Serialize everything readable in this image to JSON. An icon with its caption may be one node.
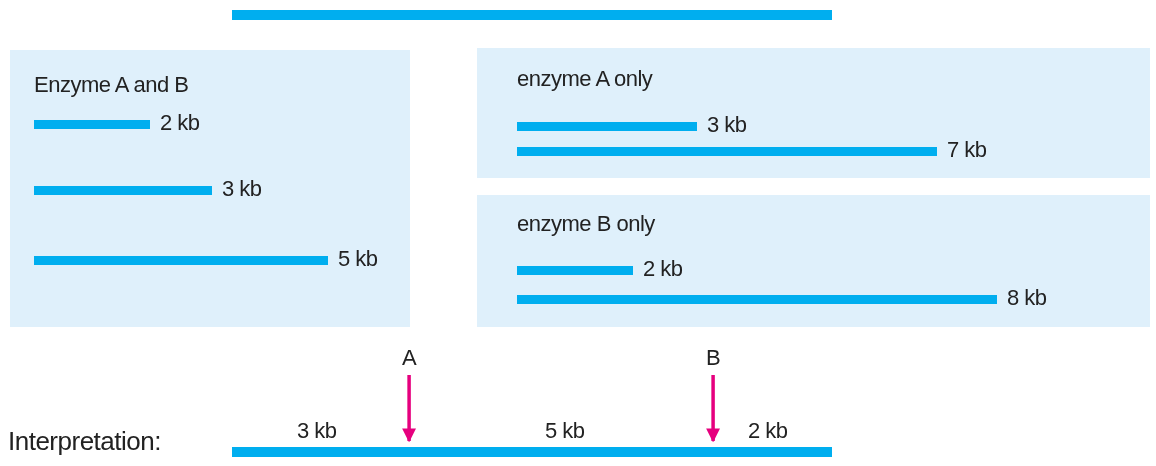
{
  "diagram": {
    "nodes": [
      {
        "text": [],
        "shape": "bar"
      },
      {
        "text": [
          "Enzyme A and B"
        ]
      },
      {
        "text": [],
        "shape": "bar",
        "in": 1,
        "beside": [
          "2 kb"
        ]
      },
      {
        "text": [],
        "shape": "bar",
        "in": 1,
        "beside": [
          "3 kb"
        ]
      },
      {
        "text": [],
        "shape": "bar",
        "in": 1,
        "beside": [
          "5 kb"
        ]
      },
      {
        "text": [
          "enzyme A only"
        ]
      },
      {
        "text": [],
        "shape": "bar",
        "in": 5,
        "beside": [
          "3 kb"
        ]
      },
      {
        "text": [],
        "shape": "bar",
        "in": 5,
        "beside": [
          "7 kb"
        ]
      },
      {
        "text": [
          "enzyme B only"
        ]
      },
      {
        "text": [],
        "shape": "bar",
        "in": 8,
        "beside": [
          "2 kb"
        ]
      },
      {
        "text": [],
        "shape": "bar",
        "in": 8,
        "beside": [
          "8 kb"
        ]
      },
      {
        "text": [
          "A"
        ]
      },
      {
        "text": [
          "B"
        ]
      },
      {
        "text": [],
        "shape": "bar"
      }
    ],
    "edges": [
      {
        "from": 11,
        "to": 13,
        "arrow": "to",
        "color": "#e6007e"
      },
      {
        "from": 12,
        "to": 13,
        "arrow": "to",
        "color": "#e6007e"
      }
    ],
    "labels": [
      "Interpretation:",
      "3 kb",
      "5 kb",
      "2 kb"
    ]
  }
}
